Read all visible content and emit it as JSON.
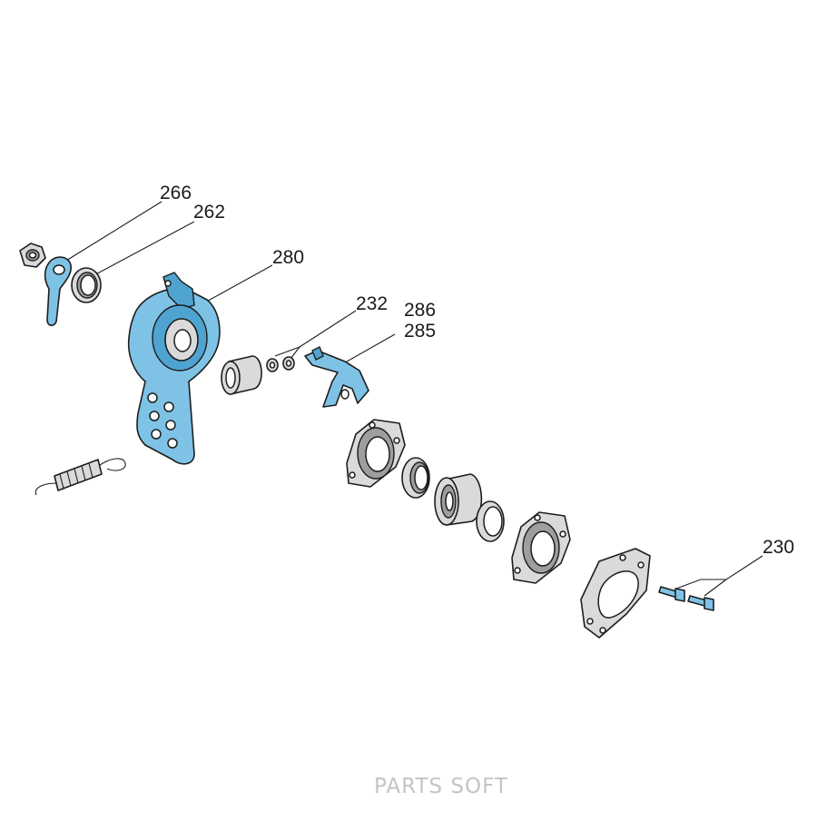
{
  "callouts": {
    "c266": "266",
    "c262": "262",
    "c280": "280",
    "c232": "232",
    "c286": "286",
    "c285": "285",
    "c230": "230"
  },
  "watermark": "PARTS SOFT",
  "colors": {
    "highlight": "#7ec3e6",
    "highlight_dark": "#4fa3d0",
    "part": "#dadada",
    "line": "#1d1d1d",
    "watermark": "#c4c4c4"
  }
}
